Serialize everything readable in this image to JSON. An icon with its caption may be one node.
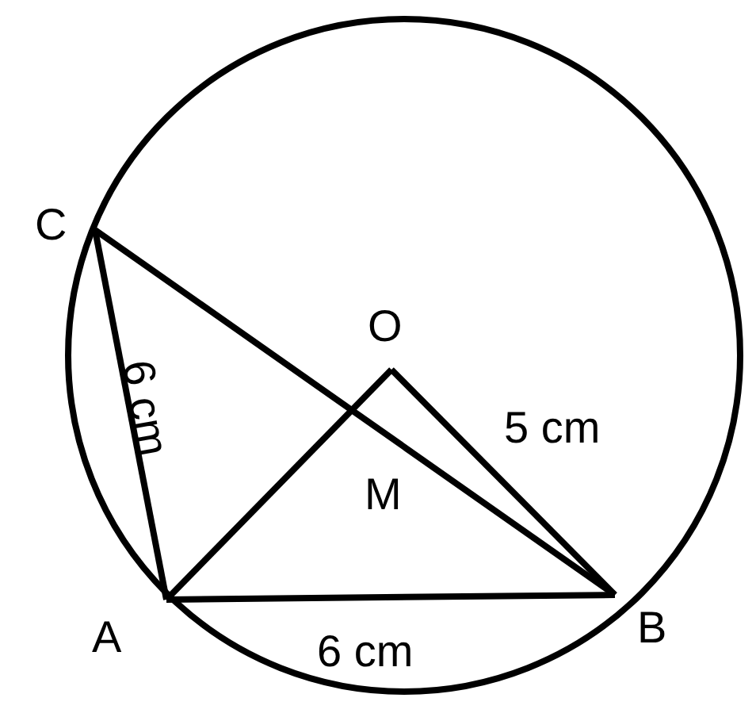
{
  "diagram": {
    "labels": [
      "C",
      "O",
      "6 cm",
      "5 cm",
      "M",
      "A",
      "6 cm",
      "B"
    ]
  }
}
